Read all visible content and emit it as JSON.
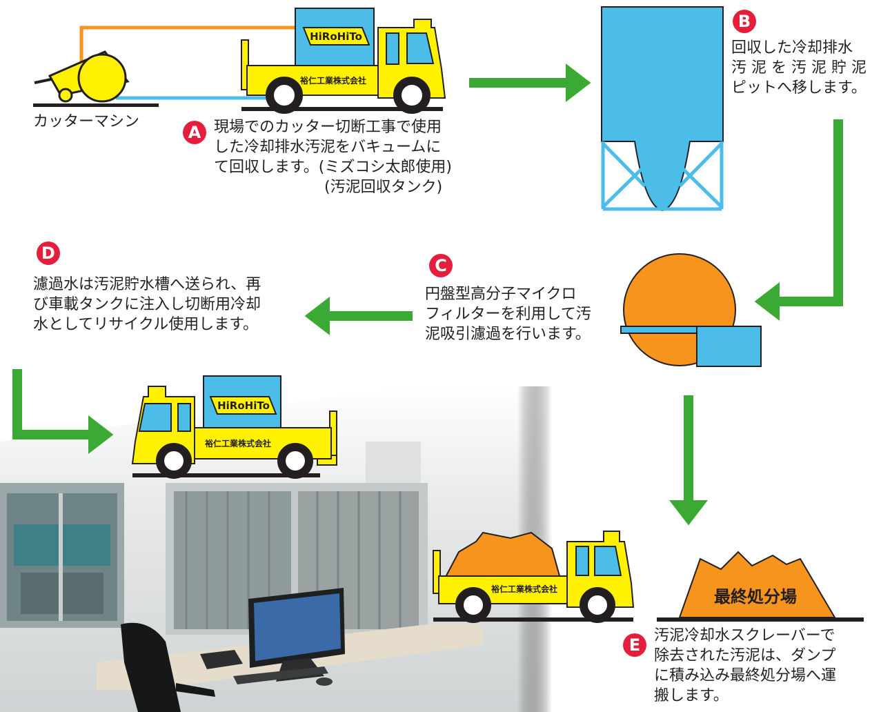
{
  "labels": {
    "cutter_machine": "カッターマシン",
    "company": "裕仁工業株式会社",
    "logo": "HiRoHiTo",
    "landfill": "最終処分場"
  },
  "steps": {
    "a": {
      "badge": "A",
      "text": "現場でのカッター切断工事で使用\nした冷却排水汚泥をバキュームに\nて回収します。(ミズコシ太郎使用)",
      "subtext": "(汚泥回収タンク)"
    },
    "b": {
      "badge": "B",
      "text": "回収した冷却排水\n汚 泥 を 汚 泥 貯 泥\nピットへ移します。"
    },
    "c": {
      "badge": "C",
      "text": "円盤型高分子マイクロ\nフィルターを利用して汚\n泥吸引濾過を行います。"
    },
    "d": {
      "badge": "D",
      "text": "濾過水は汚泥貯水槽へ送られ、再\nび車載タンクに注入し切断用冷却\n水としてリサイクル使用します。"
    },
    "e": {
      "badge": "E",
      "text": "汚泥冷却水スクレーバーで\n除去された汚泥は、ダンプ\nに積み込み最終処分場へ運\n搬します。"
    }
  },
  "colors": {
    "arrow": "#3aaa35",
    "yellow": "#fff100",
    "blue": "#4bbde8",
    "orange": "#f7941d",
    "badge": "#e41f3c"
  }
}
